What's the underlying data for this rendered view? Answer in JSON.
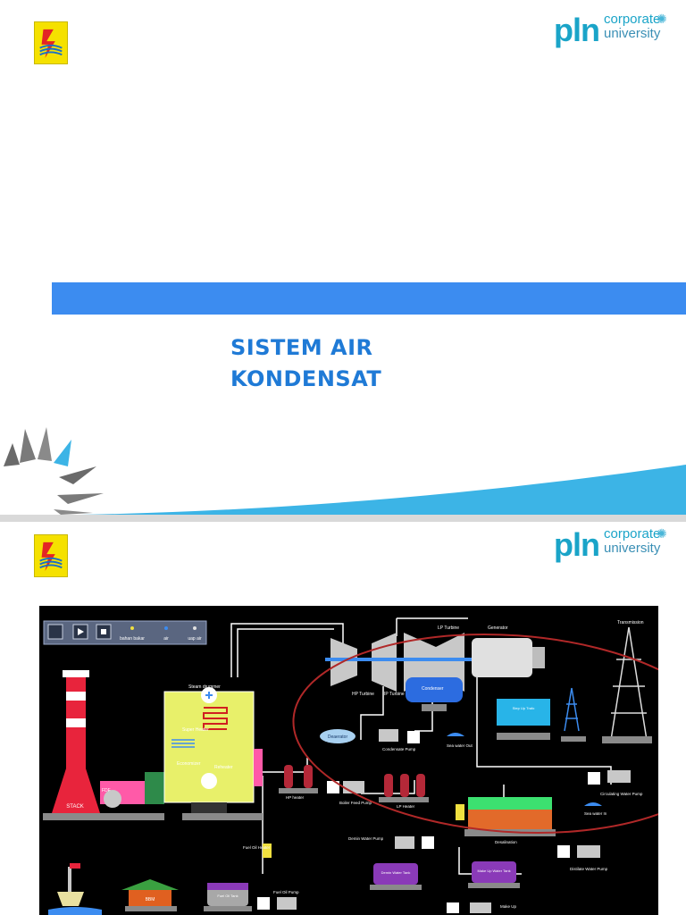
{
  "logos": {
    "pln_brand": "pln",
    "corporate": "corporate",
    "university": "university"
  },
  "slide1": {
    "title_line1": "SISTEM AIR",
    "title_line2": "KONDENSAT"
  },
  "diagram": {
    "legend": {
      "bahan_bakar": "bahan bakar",
      "air": "air",
      "uap_air": "uap air"
    },
    "labels": {
      "lp_turbine": "LP Turbine",
      "generator": "Generator",
      "transmission": "Transmission",
      "hp_turbine": "HP Turbine",
      "ip_turbine": "IP Turbine",
      "condenser": "Condenser",
      "steam_drummer": "Steam drummer",
      "super_heater": "Super Heater",
      "economizer": "Economizer",
      "reheater": "Reheater",
      "stack": "STACK",
      "fdf": "FDF",
      "deaerator": "Deaerator",
      "condensate_pump": "Condensate Pump",
      "sea_water_out": "Sea water Out",
      "hp_heater": "HP heater",
      "boiler_feed_pump": "Boiler Feed Pump",
      "lp_heater": "LP Heater",
      "circulating_water_pump": "Circulating Water Pump",
      "sea_water_in": "Sea water In",
      "desalination": "Desalination",
      "demin_water_pump": "Demin Water Pump",
      "fuel_oil_heater": "Fuel Oil Heater",
      "demin_water_tank": "Demin Water Tank",
      "make_up_water_tank": "Make Up Water Tank",
      "distilate_water_pump": "Distilate Water Pump",
      "fuel_oil_pump": "Fuel Oil Pump",
      "fuel_oil_tank": "Fuel Oil Tank",
      "bbm": "BBM",
      "make_up_pump": "Make Up",
      "step_up_transformer": "Step Up Trafo"
    },
    "colors": {
      "background": "#000000",
      "boiler": "#e8f06a",
      "stack_red": "#e8243c",
      "highlight_ellipse": "#b02828",
      "accent_blue": "#3c8cf0"
    }
  }
}
